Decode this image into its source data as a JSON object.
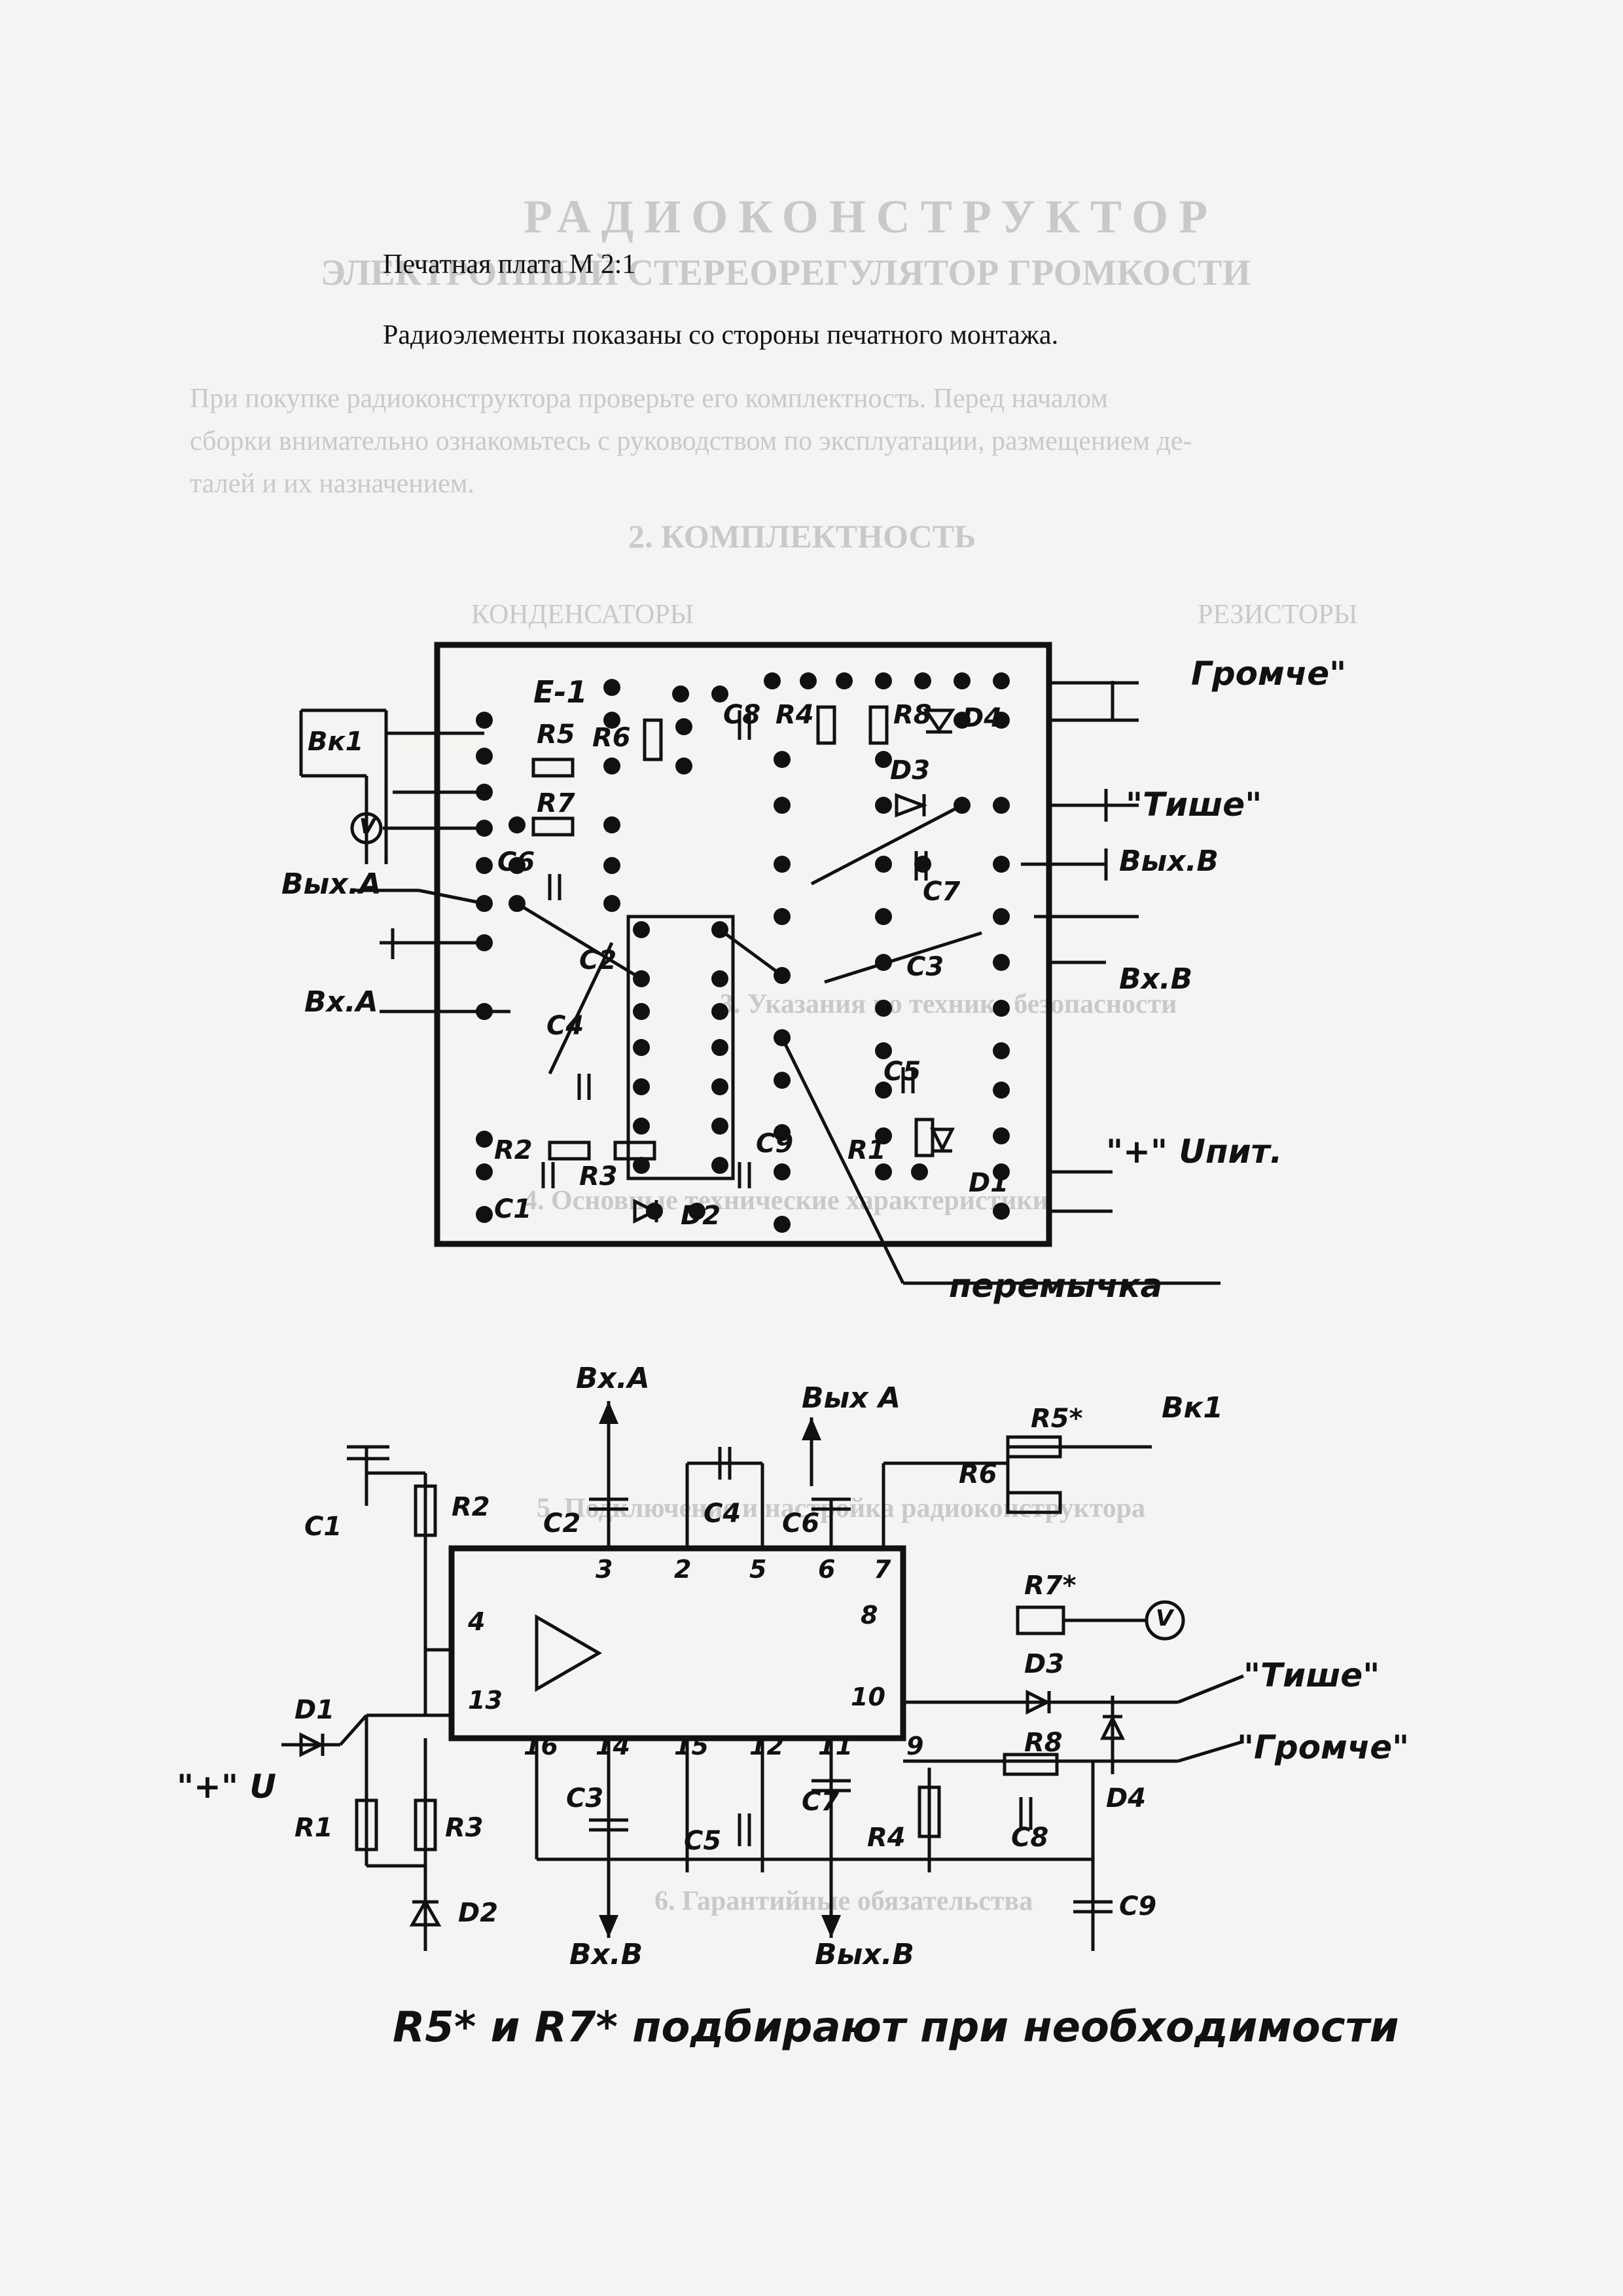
{
  "header": {
    "board_title": "Печатная плата М 2:1",
    "board_note": "Радиоэлементы показаны со стороны печатного монтажа."
  },
  "bleed_through": {
    "title": "РАДИОКОНСТРУКТОР",
    "subtitle": "ЭЛЕКТРОННЫЙ СТЕРЕОРЕГУЛЯТОР ГРОМКОСТИ",
    "intro_1": "При покупке радиоконструктора проверьте его комплектность. Перед началом",
    "intro_2": "сборки внимательно ознакомьтесь с руководством по эксплуатации, размещением де-",
    "intro_3": "талей и их назначением.",
    "section_2": "2. КОМПЛЕКТНОСТЬ",
    "resistors": "РЕЗИСТОРЫ",
    "capacitors": "КОНДЕНСАТОРЫ",
    "section_3": "3. Указания по технике безопасности",
    "section_4": "4. Основные технические характеристики",
    "section_5": "5. Подключение и настройка радиоконструктора",
    "section_6": "6. Гарантийные обязательства"
  },
  "pcb": {
    "labels": {
      "e1": "Е-1",
      "vk1": "Вк1",
      "v_top": "V",
      "vyh_a": "Вых.А",
      "vh_a": "Вх.А",
      "gromche": "Громче\"",
      "tishe": "\"Тише\"",
      "vyh_b": "Вых.В",
      "vh_b": "Вх.В",
      "plus_u": "\"+\" Uпит.",
      "peremychka": "перемычка"
    },
    "components": [
      "R5",
      "R6",
      "R7",
      "R4",
      "R8",
      "C8",
      "C6",
      "C2",
      "C4",
      "C3",
      "C5",
      "C7",
      "C1",
      "C9",
      "R1",
      "R2",
      "R3",
      "D1",
      "D2",
      "D3",
      "D4"
    ]
  },
  "schematic": {
    "labels": {
      "vh_a": "Вх.А",
      "vyh_a": "Вых А",
      "vh_b": "Вх.В",
      "vyh_b": "Вых.В",
      "vk1": "Вк1",
      "v": "V",
      "tishe": "\"Тише\"",
      "gromche": "\"Громче\"",
      "plus_u": "\"+\" U"
    },
    "components": [
      "C1",
      "R2",
      "C2",
      "C4",
      "C6",
      "R5",
      "R6",
      "R7",
      "D3",
      "R8",
      "D4",
      "C8",
      "R4",
      "C7",
      "C5",
      "C3",
      "D1",
      "R1",
      "R3",
      "D2",
      "C9"
    ],
    "pins": [
      "3",
      "2",
      "5",
      "6",
      "7",
      "4",
      "13",
      "8",
      "10",
      "16",
      "14",
      "15",
      "12",
      "11",
      "9"
    ]
  },
  "footnote": "R5* и R7* подбирают при необходимости"
}
